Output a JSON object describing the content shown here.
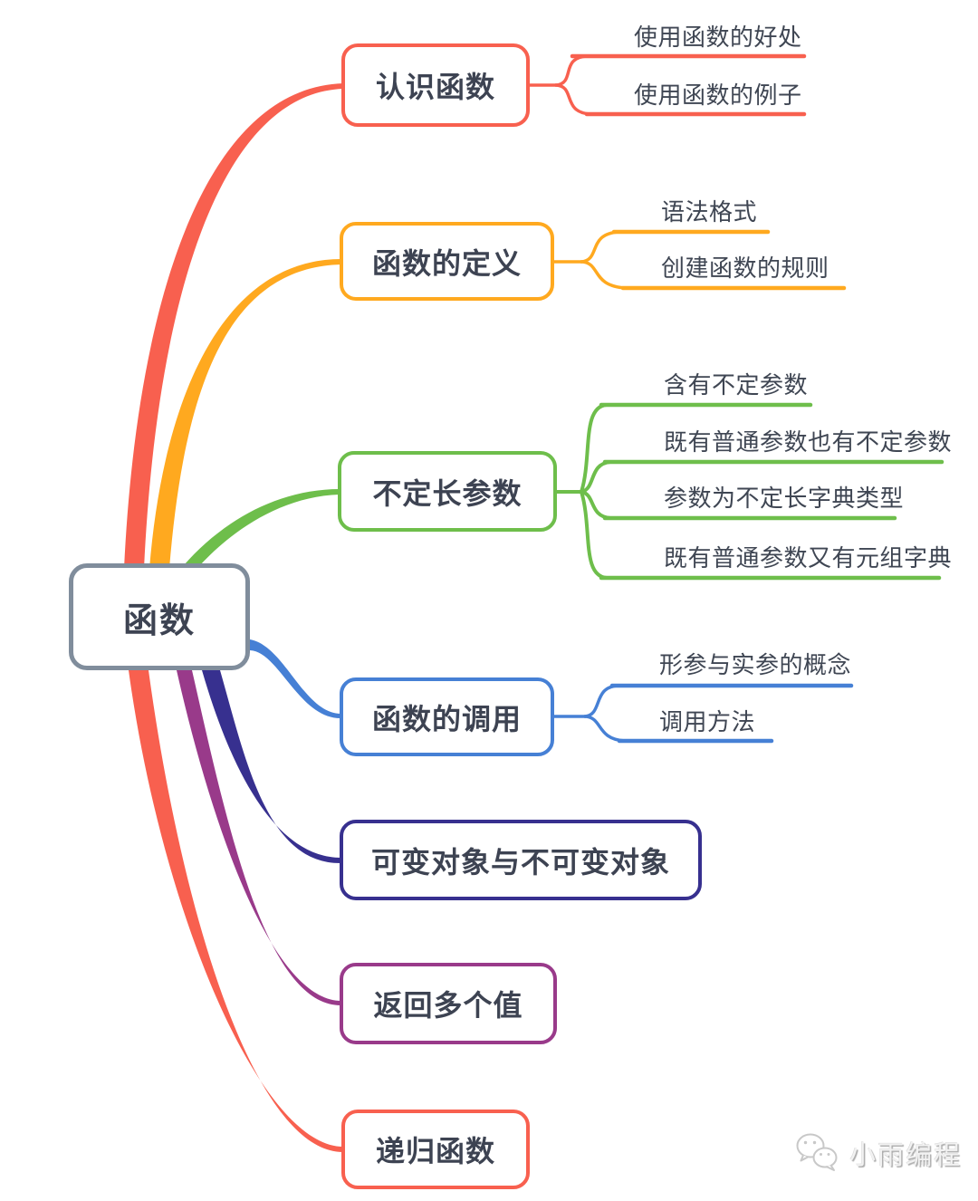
{
  "root": {
    "label": "函数"
  },
  "branches": [
    {
      "label": "认识函数",
      "color": "#f8604f",
      "children": [
        {
          "label": "使用函数的好处"
        },
        {
          "label": "使用函数的例子"
        }
      ]
    },
    {
      "label": "函数的定义",
      "color": "#ffa91f",
      "children": [
        {
          "label": "语法格式"
        },
        {
          "label": "创建函数的规则"
        }
      ]
    },
    {
      "label": "不定长参数",
      "color": "#6ebe4b",
      "children": [
        {
          "label": "含有不定参数"
        },
        {
          "label": "既有普通参数也有不定参数"
        },
        {
          "label": "参数为不定长字典类型"
        },
        {
          "label": "既有普通参数又有元组字典"
        }
      ]
    },
    {
      "label": "函数的调用",
      "color": "#4680d5",
      "children": [
        {
          "label": "形参与实参的概念"
        },
        {
          "label": "调用方法"
        }
      ]
    },
    {
      "label": "可变对象与不可变对象",
      "color": "#37308f",
      "children": []
    },
    {
      "label": "返回多个值",
      "color": "#993a8a",
      "children": []
    },
    {
      "label": "递归函数",
      "color": "#f8604f",
      "children": []
    }
  ],
  "watermark": {
    "label": "小雨编程",
    "icon": "wechat-icon"
  },
  "colors": {
    "root_border": "#808d9c",
    "node_text": "#3d4352",
    "child_text": "#3f4653",
    "background": "#ffffff",
    "watermark_gray": "#c8c8c8"
  }
}
